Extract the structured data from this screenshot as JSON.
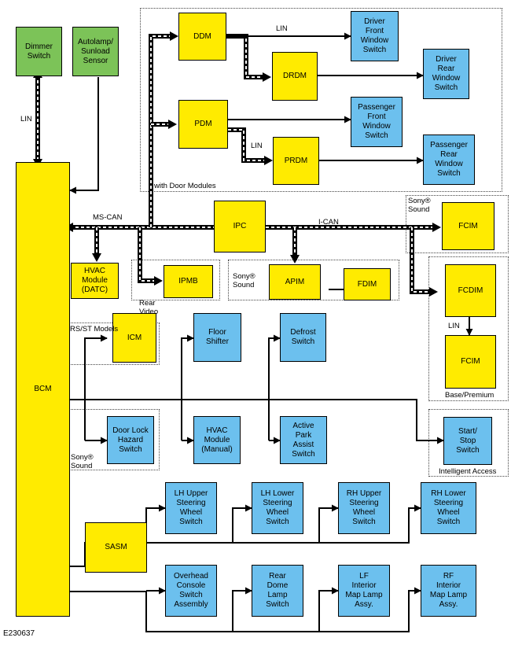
{
  "modules": {
    "dimmer": "Dimmer\nSwitch",
    "autolamp": "Autolamp/\nSunload\nSensor",
    "ddm": "DDM",
    "drdm": "DRDM",
    "pdm": "PDM",
    "prdm": "PRDM",
    "dfws": "Driver\nFront\nWindow\nSwitch",
    "drws": "Driver\nRear\nWindow\nSwitch",
    "pfws": "Passenger\nFront\nWindow\nSwitch",
    "prws": "Passenger\nRear\nWindow\nSwitch",
    "bcm": "BCM",
    "ipc": "IPC",
    "fcim_top": "FCIM",
    "hvac_datc": "HVAC\nModule\n(DATC)",
    "ipmb": "IPMB",
    "apim": "APIM",
    "fdim": "FDIM",
    "fcdim": "FCDIM",
    "fcim_bottom": "FCIM",
    "icm": "ICM",
    "floor": "Floor\nShifter",
    "defrost": "Defrost\nSwitch",
    "doorlock": "Door Lock\nHazard\nSwitch",
    "hvac_manual": "HVAC\nModule\n(Manual)",
    "active_park": "Active\nPark\nAssist\nSwitch",
    "startstop": "Start/\nStop\nSwitch",
    "sasm": "SASM",
    "lh_upper": "LH Upper\nSteering\nWheel\nSwitch",
    "lh_lower": "LH Lower\nSteering\nWheel\nSwitch",
    "rh_upper": "RH Upper\nSteering\nWheel\nSwitch",
    "rh_lower": "RH Lower\nSteering\nWheel\nSwitch",
    "overhead": "Overhead\nConsole\nSwitch\nAssembly",
    "rear_dome": "Rear\nDome\nLamp\nSwitch",
    "lf_map": "LF\nInterior\nMap Lamp\nAssy.",
    "rf_map": "RF\nInterior\nMap Lamp\nAssy."
  },
  "labels": {
    "lin_dimmer": "LIN",
    "lin_ddm": "LIN",
    "lin_pdm": "LIN",
    "lin_fcdim": "LIN",
    "ms_can": "MS-CAN",
    "i_can": "I-CAN",
    "with_door_modules": "with Door Modules",
    "sony_sound_fcim": "Sony®\nSound",
    "rear_video": "Rear\nVideo",
    "sony_sound_apim": "Sony®\nSound",
    "base_premium": "Base/Premium",
    "rs_st_models": "RS/ST Models",
    "sony_sound_doorlock": "Sony®\nSound",
    "intelligent_access": "Intelligent Access",
    "figure_id": "E230637"
  }
}
